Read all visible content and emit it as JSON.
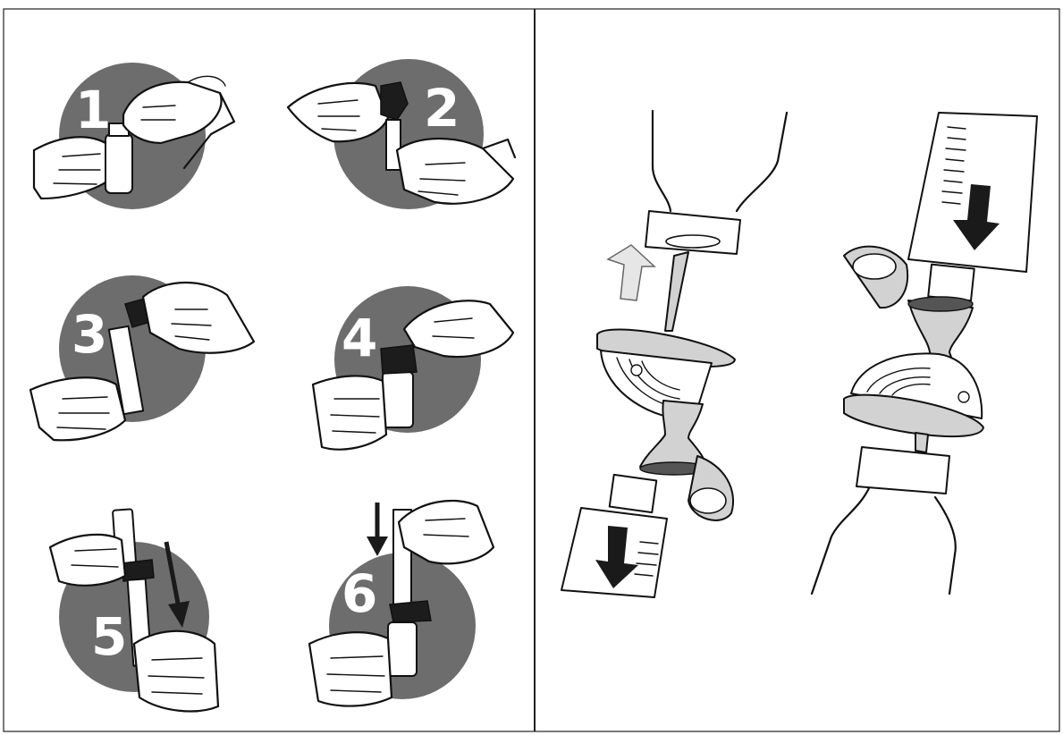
{
  "steps": [
    {
      "number": "1"
    },
    {
      "number": "2"
    },
    {
      "number": "3"
    },
    {
      "number": "4"
    },
    {
      "number": "5"
    },
    {
      "number": "6"
    }
  ],
  "colors": {
    "disc": "#6d6d6d",
    "part_grey": "#d2d2d2",
    "arrow_light": "#e6e6e6",
    "ink": "#111111",
    "background": "#ffffff"
  },
  "icons": {
    "push_up_arrow": "arrow-up-icon",
    "push_down_arrow": "arrow-down-icon"
  }
}
